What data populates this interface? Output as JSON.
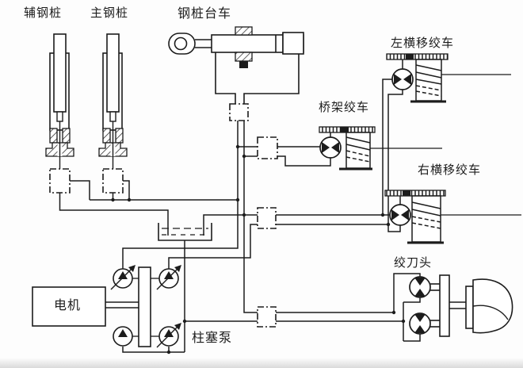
{
  "diagram": {
    "type": "hydraulic-schematic",
    "labels": {
      "aux_pile": "辅钢桩",
      "main_pile": "主钢桩",
      "pile_trolley": "钢桩台车",
      "left_swing_winch": "左横移绞车",
      "bridge_winch": "桥架绞车",
      "right_swing_winch": "右横移绞车",
      "cutter_head": "绞刀头",
      "motor": "电机",
      "plunger_pump": "柱塞泵"
    },
    "colors": {
      "line": "#1c1c1c",
      "background": "#fdfdfd"
    }
  }
}
